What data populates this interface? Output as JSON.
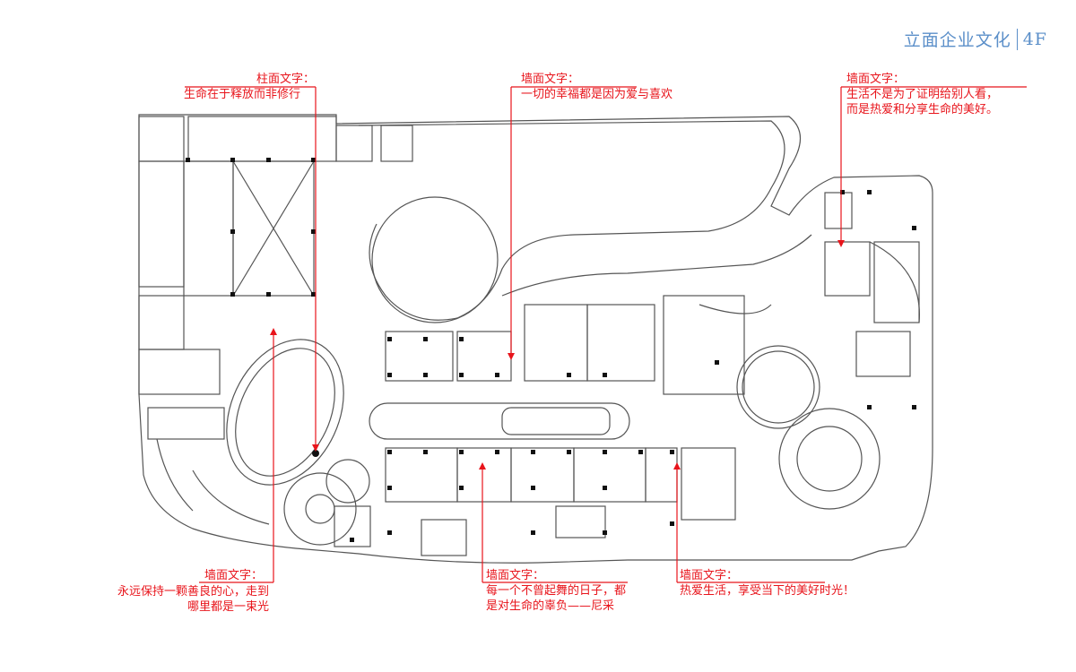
{
  "header": {
    "title": "立面企业文化",
    "floor": "4F"
  },
  "colors": {
    "annotation": "#e8141b",
    "header": "#5b8fc9",
    "plan_line": "#555555"
  },
  "annotations": [
    {
      "id": "a1",
      "title": "柱面文字：",
      "lines": [
        "生命在于释放而非修行"
      ]
    },
    {
      "id": "a2",
      "title": "墙面文字：",
      "lines": [
        "一切的幸福都是因为爱与喜欢"
      ]
    },
    {
      "id": "a3",
      "title": "墙面文字：",
      "lines": [
        "生活不是为了证明给别人看，",
        "而是热爱和分享生命的美好。"
      ]
    },
    {
      "id": "a4",
      "title": "墙面文字：",
      "lines": [
        "永远保持一颗善良的心，走到",
        "哪里都是一束光"
      ]
    },
    {
      "id": "a5",
      "title": "墙面文字：",
      "lines": [
        "每一个不曾起舞的日子，都",
        "是对生命的辜负——尼采"
      ]
    },
    {
      "id": "a6",
      "title": "墙面文字：",
      "lines": [
        "热爱生活，享受当下的美好时光！"
      ]
    }
  ]
}
